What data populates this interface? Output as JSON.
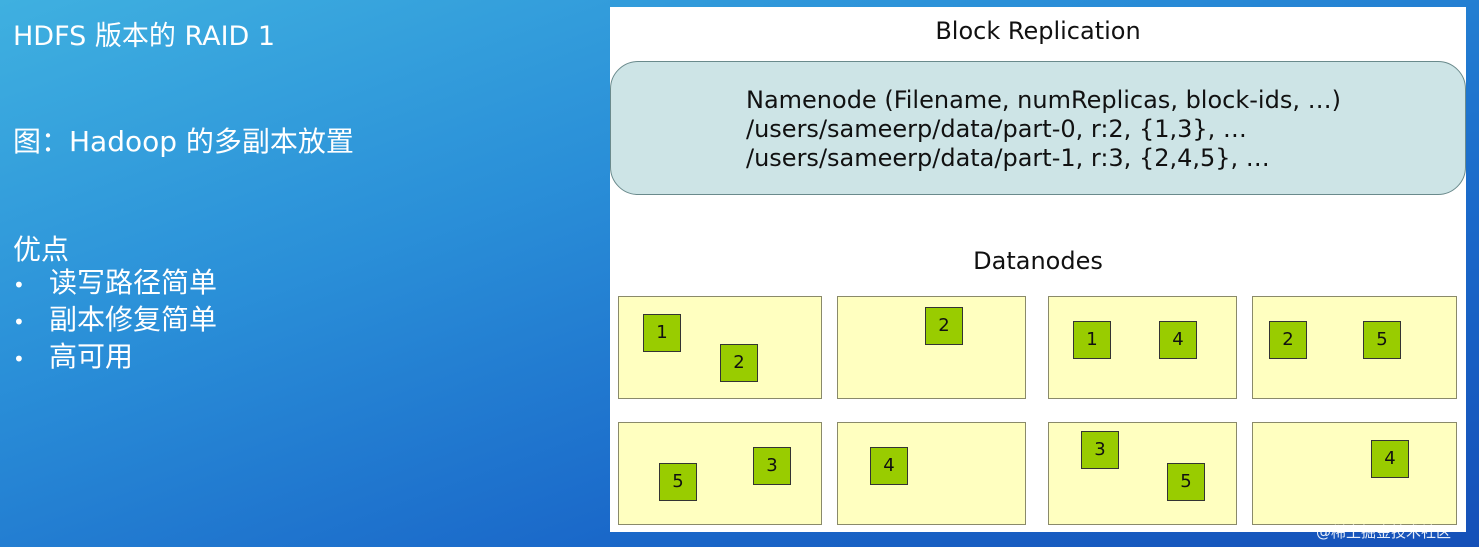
{
  "left": {
    "title": "HDFS 版本的 RAID 1",
    "figure_caption": "图：Hadoop 的多副本放置",
    "pros_heading": "优点",
    "bullet_glyph": "•",
    "pros": [
      "读写路径简单",
      "副本修复简单",
      "高可用"
    ]
  },
  "diagram": {
    "title": "Block Replication",
    "namenode_lines": [
      "Namenode (Filename, numReplicas, block-ids, …)",
      "/users/sameerp/data/part-0, r:2, {1,3}, …",
      "/users/sameerp/data/part-1, r:3, {2,4,5}, …"
    ],
    "datanodes_label": "Datanodes",
    "datanodes": [
      [
        "1",
        "2"
      ],
      [
        "2"
      ],
      [
        "1",
        "4"
      ],
      [
        "2",
        "5"
      ],
      [
        "5",
        "3"
      ],
      [
        "4"
      ],
      [
        "3",
        "5"
      ],
      [
        "4"
      ]
    ]
  },
  "credit": "@稀土掘金技术社区",
  "colors": {
    "namenode_fill": "#cde4e6",
    "datanode_fill": "#ffffc0",
    "block_fill": "#99cc00"
  }
}
